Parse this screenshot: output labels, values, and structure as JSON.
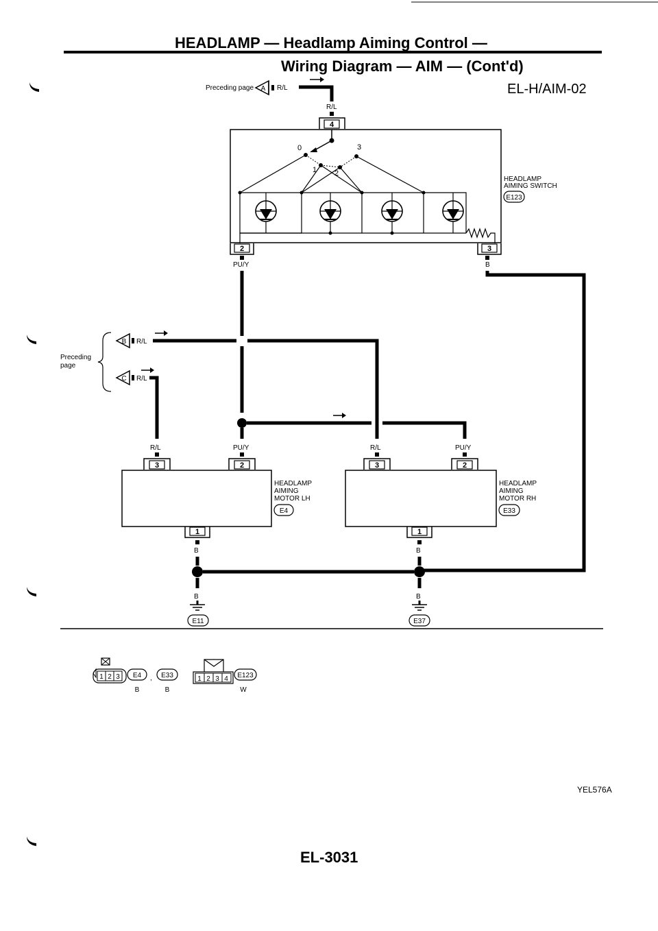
{
  "header": {
    "title_line1": "HEADLAMP — Headlamp Aiming Control —",
    "title_line2": "Wiring Diagram — AIM — (Cont'd)",
    "diagram_code": "EL-H/AIM-02"
  },
  "refs": {
    "preceding_page_top": "Preceding page",
    "preceding_page_left_1": "Preceding",
    "preceding_page_left_2": "page",
    "ref_a": "A",
    "ref_b": "B",
    "ref_c": "C"
  },
  "wires": {
    "rl": "R/L",
    "puy": "PU/Y",
    "b": "B"
  },
  "switch": {
    "name_line1": "HEADLAMP",
    "name_line2": "AIMING SWITCH",
    "connector": "E123",
    "pos_0": "0",
    "pos_1": "1",
    "pos_2": "2",
    "pos_3": "3",
    "pin_top": "4",
    "pin_left": "2",
    "pin_right": "3"
  },
  "motor_lh": {
    "name_line1": "HEADLAMP",
    "name_line2": "AIMING",
    "name_line3": "MOTOR LH",
    "connector": "E4",
    "pin_rl": "3",
    "pin_puy": "2",
    "pin_gnd": "1"
  },
  "motor_rh": {
    "name_line1": "HEADLAMP",
    "name_line2": "AIMING",
    "name_line3": "MOTOR RH",
    "connector": "E33",
    "pin_rl": "3",
    "pin_puy": "2",
    "pin_gnd": "1"
  },
  "grounds": {
    "left": "E11",
    "right": "E37"
  },
  "connector_views": {
    "view1_pins": [
      "1",
      "2",
      "3"
    ],
    "view1_code_a": "E4",
    "view1_sep": ",",
    "view1_code_b": "E33",
    "view1_color_a": "B",
    "view1_color_b": "B",
    "view2_pins": [
      "1",
      "2",
      "3",
      "4"
    ],
    "view2_code": "E123",
    "view2_color": "W"
  },
  "footer": {
    "figure_id": "YEL576A",
    "page_number": "EL-3031"
  },
  "icons": [
    "corner-mark-icon",
    "led-icon",
    "resistor-icon",
    "ground-icon",
    "arrow-icon"
  ]
}
